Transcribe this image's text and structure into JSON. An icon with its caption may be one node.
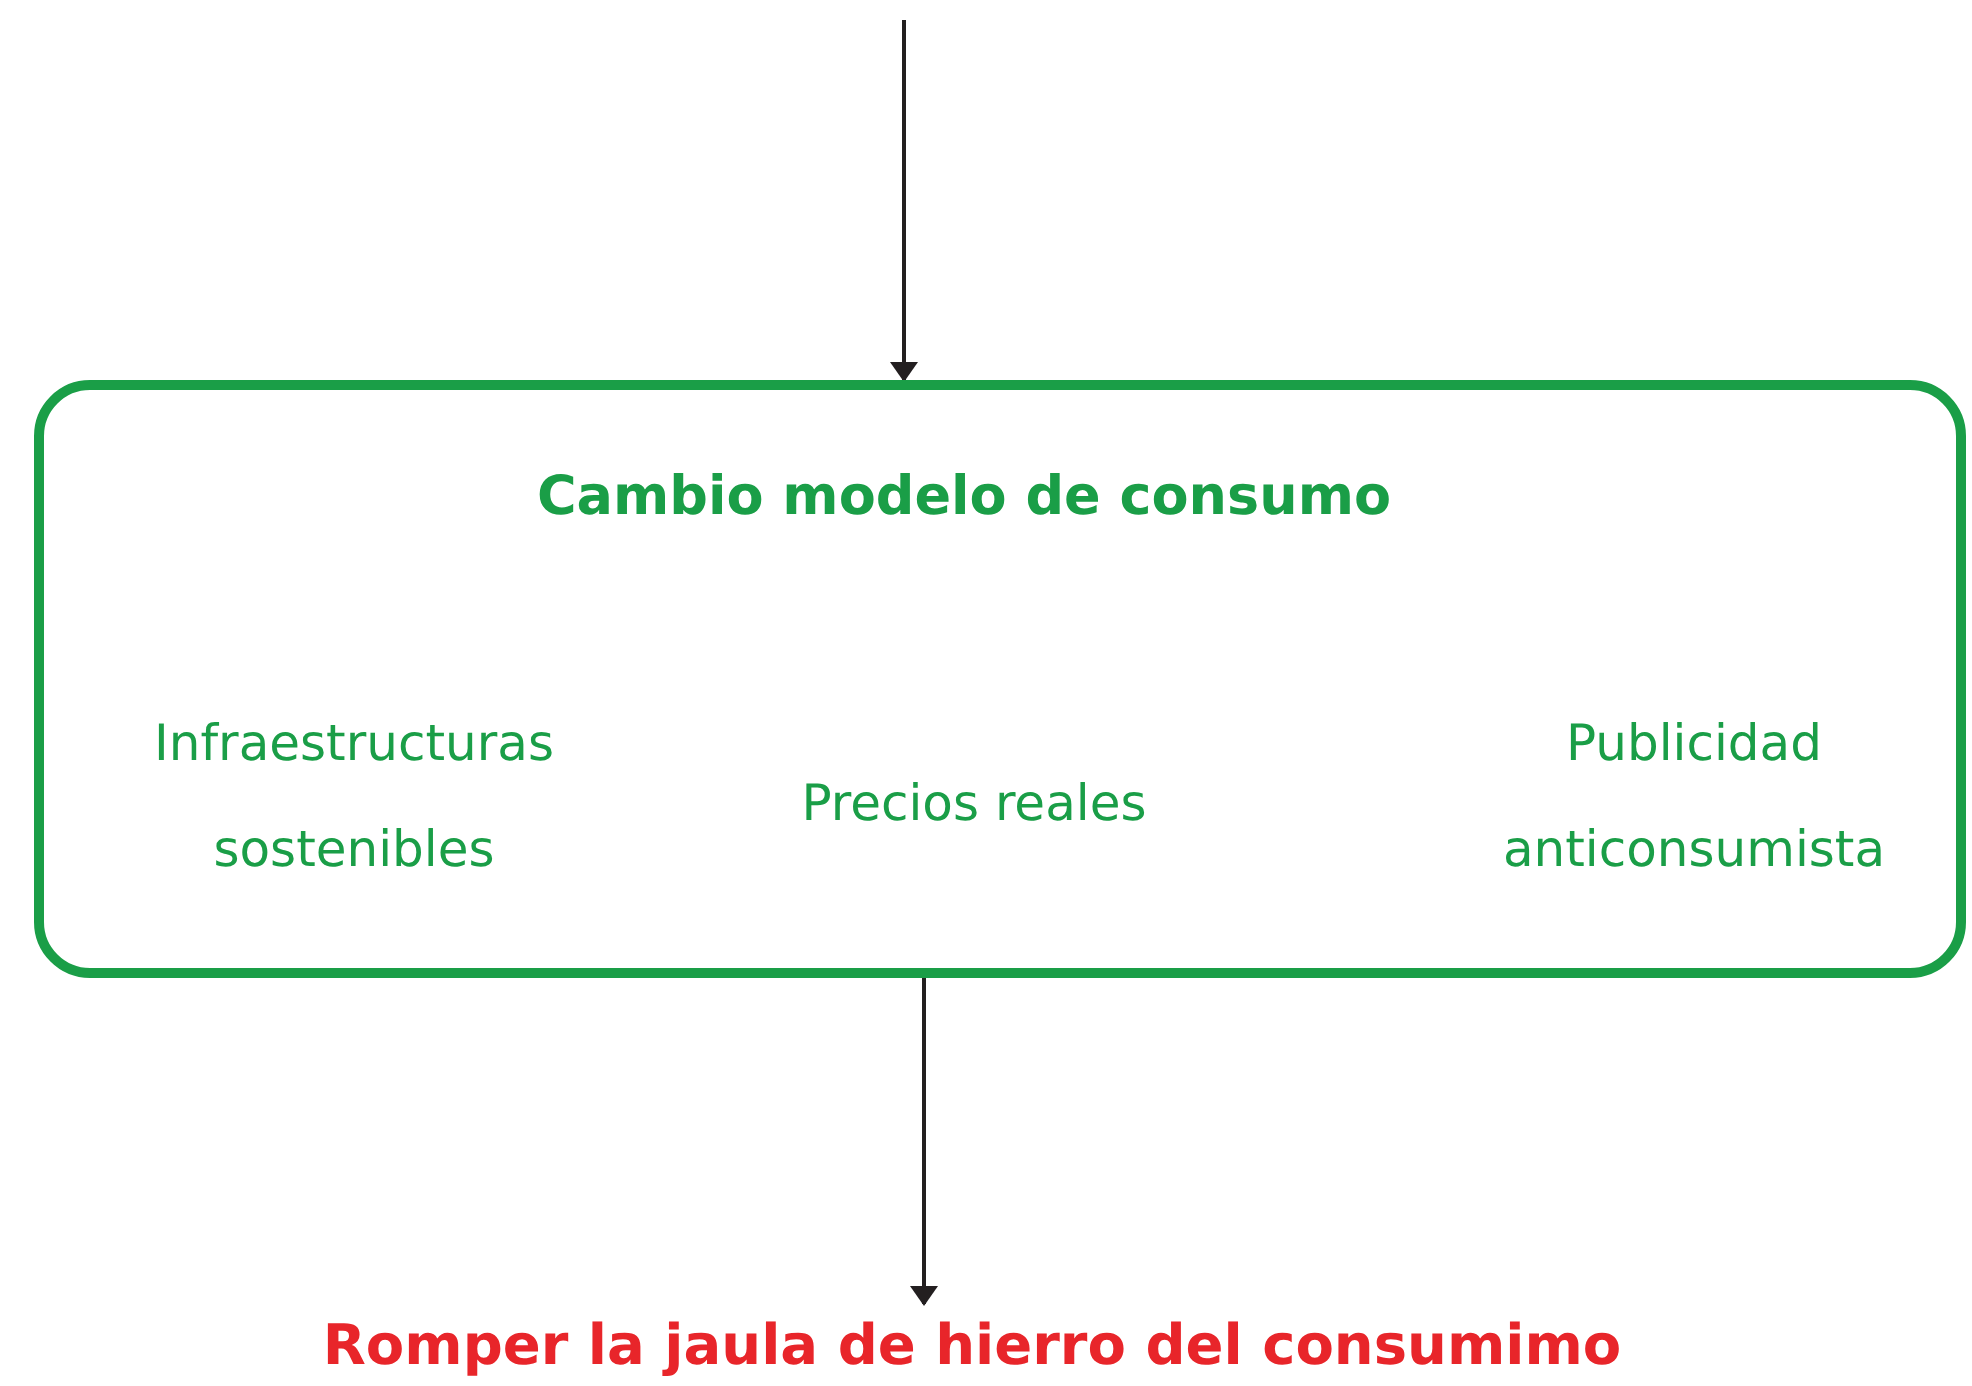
{
  "diagram": {
    "nodes": [
      {
        "text": [
          "Cambio modelo de consumo",
          "Infraestructuras sostenibles",
          "Precios reales",
          "Publicidad anticonsumista"
        ]
      },
      {
        "text": [
          "Romper la jaula de hierro del consumimo"
        ]
      }
    ],
    "edges": [
      {
        "from": null,
        "to": 0,
        "arrow": "to"
      },
      {
        "from": 0,
        "to": 1,
        "arrow": "to"
      }
    ]
  }
}
